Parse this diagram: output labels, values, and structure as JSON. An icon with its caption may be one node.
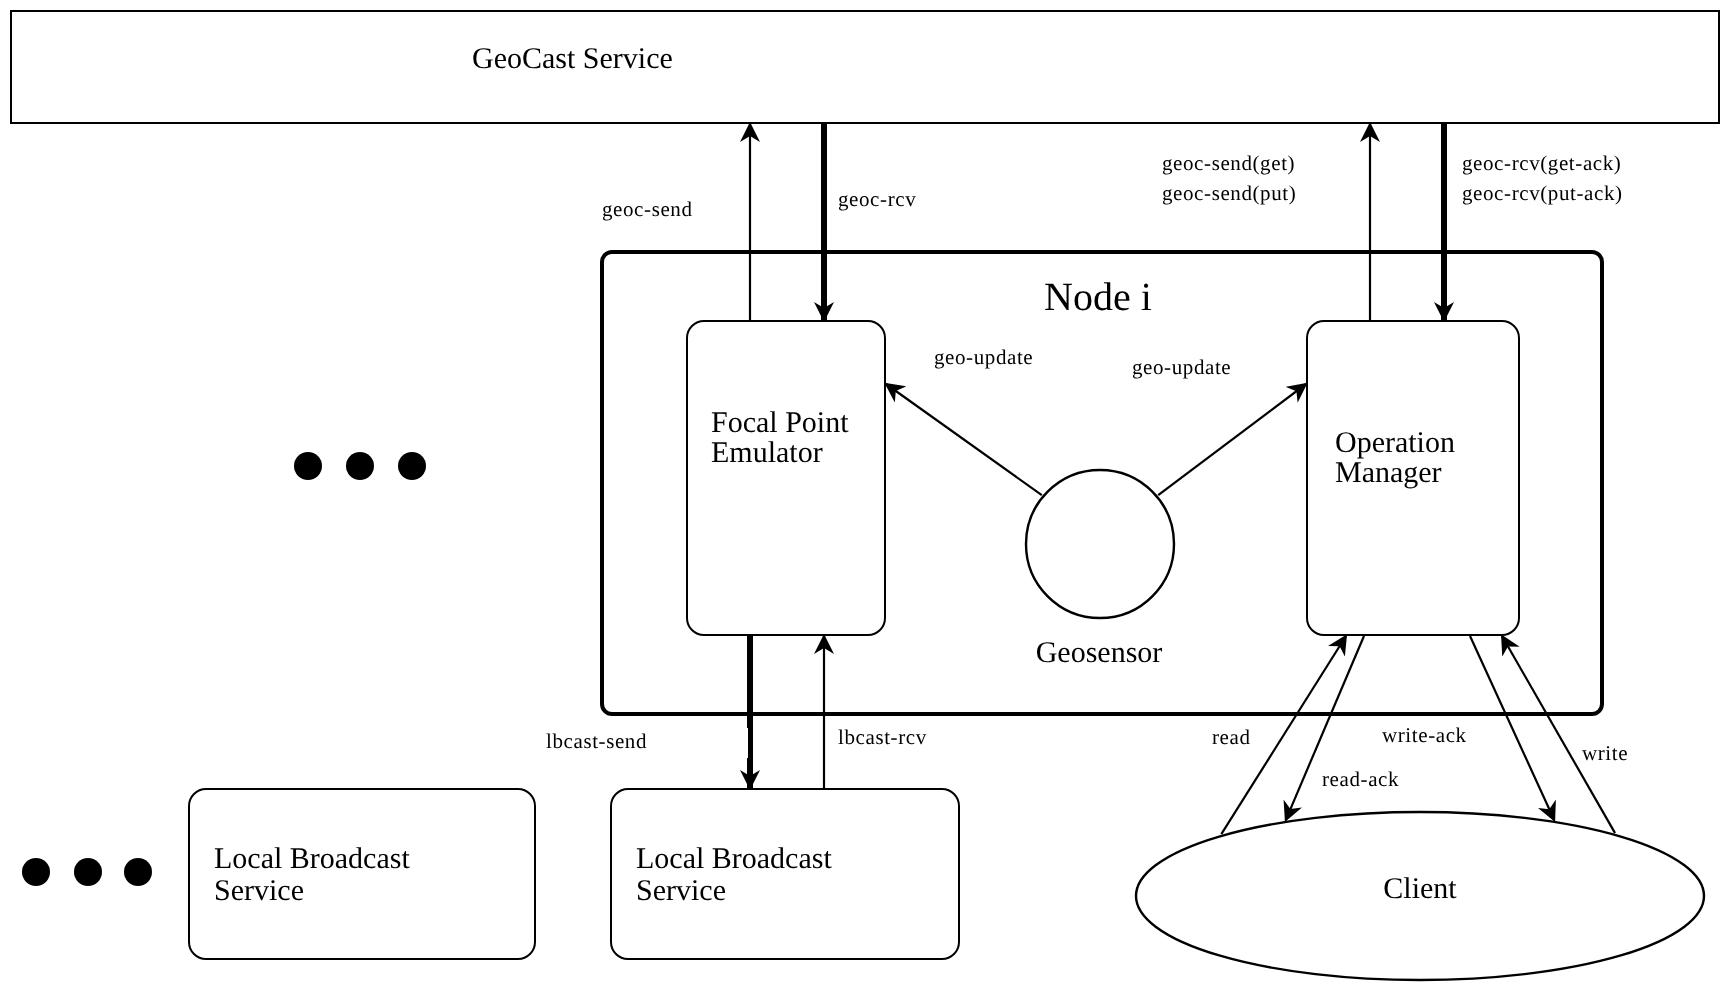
{
  "diagram": {
    "nodes": [
      {
        "text": [
          "GeoCast Service"
        ]
      },
      {
        "text": [
          "Node i"
        ]
      },
      {
        "text": [
          "Focal Point Emulator"
        ],
        "in": 1
      },
      {
        "text": [
          "Operation Manager"
        ],
        "in": 1
      },
      {
        "text": [
          "Geosensor"
        ],
        "in": 1
      },
      {
        "text": [
          "Local Broadcast Service"
        ]
      },
      {
        "text": [
          "Local Broadcast Service"
        ]
      },
      {
        "text": [
          "Client"
        ]
      }
    ],
    "edges": [
      {
        "from": 2,
        "to": 0,
        "arrow": "to",
        "label": "geoc-send"
      },
      {
        "from": 0,
        "to": 2,
        "arrow": "to",
        "label": "geoc-rcv",
        "style": "thick"
      },
      {
        "from": 3,
        "to": 0,
        "arrow": "to",
        "label": "geoc-send(get) geoc-send(put)"
      },
      {
        "from": 0,
        "to": 3,
        "arrow": "to",
        "label": "geoc-rcv(get-ack) geoc-rcv(put-ack)",
        "style": "thick"
      },
      {
        "from": 4,
        "to": 2,
        "arrow": "to",
        "label": "geo-update"
      },
      {
        "from": 4,
        "to": 3,
        "arrow": "to",
        "label": "geo-update"
      },
      {
        "from": 2,
        "to": 6,
        "arrow": "to",
        "label": "lbcast-send",
        "style": "thick"
      },
      {
        "from": 6,
        "to": 2,
        "arrow": "to",
        "label": "lbcast-rcv"
      },
      {
        "from": 7,
        "to": 3,
        "arrow": "to",
        "label": "read"
      },
      {
        "from": 3,
        "to": 7,
        "arrow": "to",
        "label": "read-ack"
      },
      {
        "from": 3,
        "to": 7,
        "arrow": "to",
        "label": "write-ack"
      },
      {
        "from": 7,
        "to": 3,
        "arrow": "to",
        "label": "write"
      }
    ]
  }
}
